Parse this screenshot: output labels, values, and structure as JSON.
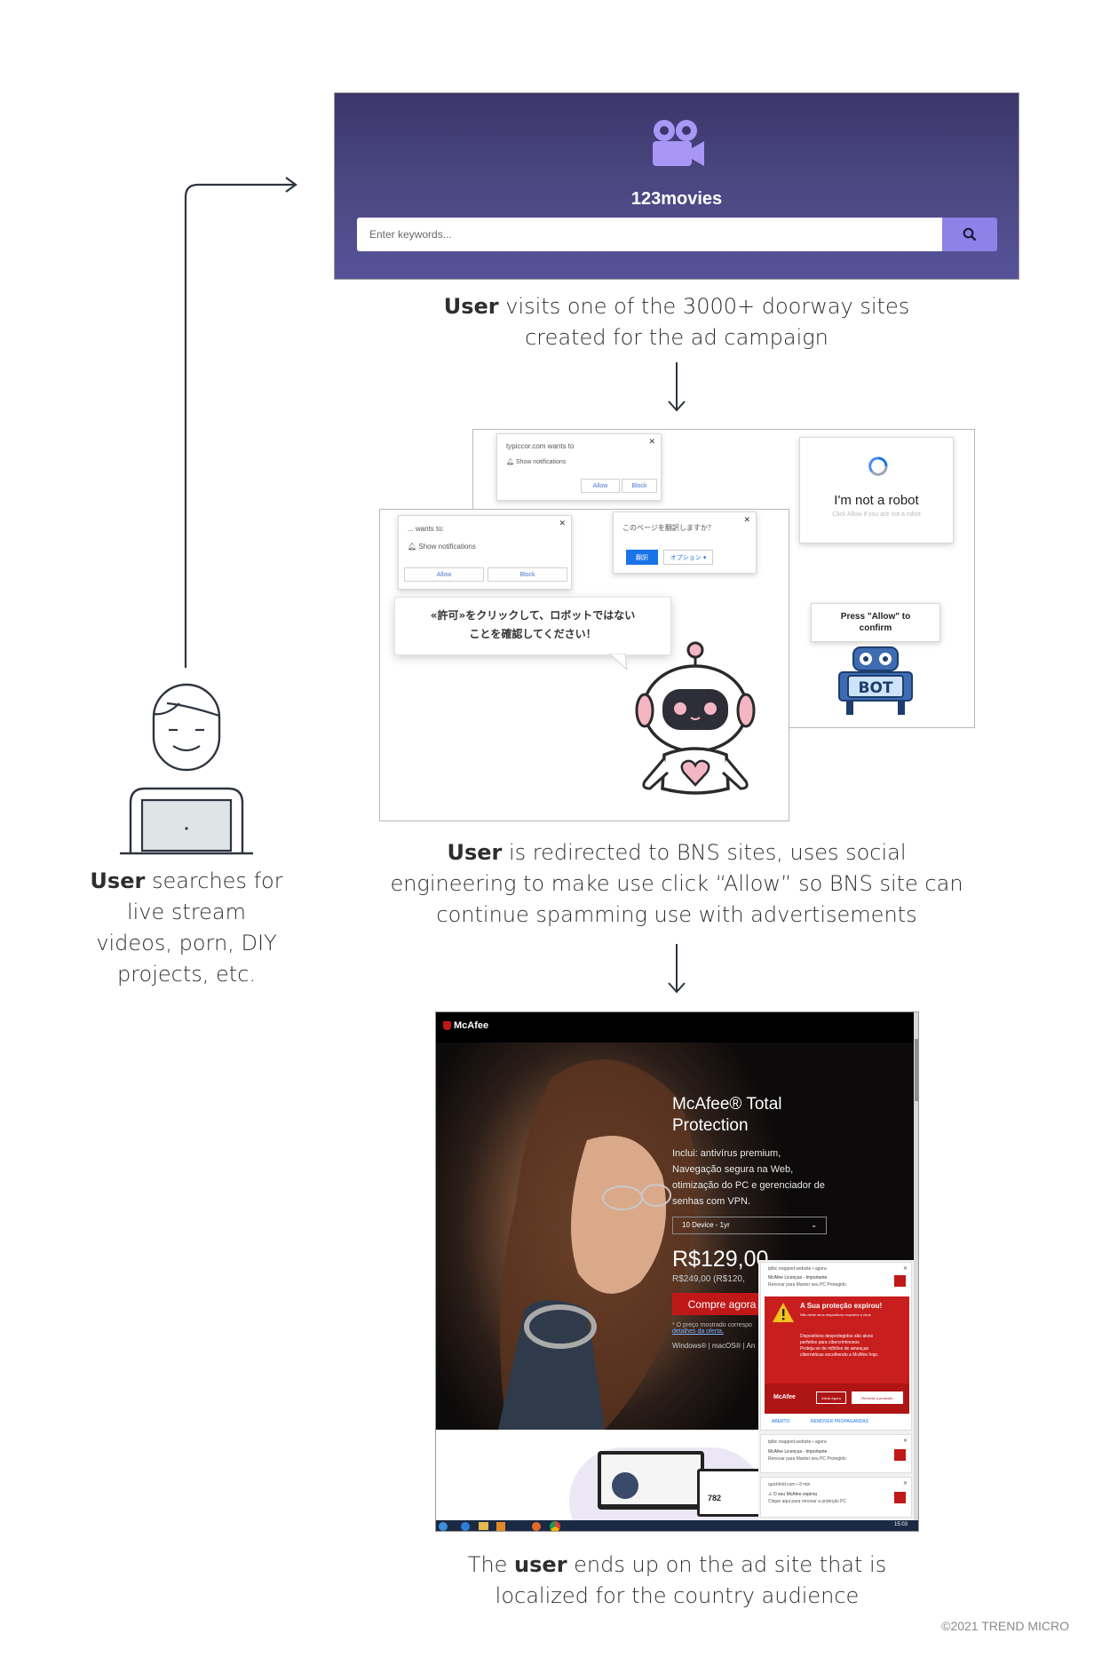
{
  "site1": {
    "title": "123movies",
    "search_placeholder": "Enter keywords..."
  },
  "captions": {
    "step1_strong": "User",
    "step1_line1": " visits one of the 3000+ doorway sites",
    "step1_line2": "created for the ad campaign",
    "step2_strong": "User",
    "step2_line1": " is redirected to BNS sites, uses social",
    "step2_line2": "engineering to make use click “Allow” so BNS site can",
    "step2_line3": "continue spamming use with advertisements",
    "step3_pre": "The ",
    "step3_strong": "user",
    "step3_line1": " ends up on the ad site that is",
    "step3_line2": "localized for the country audience",
    "user_strong": "User",
    "user_line1": " searches for",
    "user_line2": "live stream",
    "user_line3": "videos, porn, DIY",
    "user_line4": "projects, etc."
  },
  "bns": {
    "popup_top_site": "typiccor.com wants to",
    "popup_top_item": "Show notifications",
    "popup_allow": "Allow",
    "popup_block": "Block",
    "popup_left_site": "... wants to:",
    "popup_left_item": "Show notifications",
    "popup_jp_title": "このページを翻訳しますか？",
    "popup_jp_translate": "翻訳",
    "popup_jp_options": "オプション ▾",
    "bubble_jp_line1": "«許可»をクリックして、ロボットではない",
    "bubble_jp_line2": "ことを確認してください！",
    "captcha_title": "I'm not a robot",
    "captcha_sub": "Click Allow if you are not a robot",
    "press_allow_line1": "Press \"Allow\" to",
    "press_allow_line2": "confirm",
    "bot_label": "BOT"
  },
  "mcafee": {
    "brand": "McAfee",
    "product_line1": "McAfee® Total",
    "product_line2": "Protection",
    "desc_line1": "Inclui: antivírus premium,",
    "desc_line2": "Navegação segura na Web,",
    "desc_line3": "otimização do PC e gerenciador de",
    "desc_line4": "senhas com VPN.",
    "dropdown": "10 Device - 1yr",
    "price": "R$129,00",
    "old_price": "R$249,00 (R$120,",
    "buy_button": "Compre agora",
    "fineprint1": "* O preço mostrado correspo",
    "fineprint2": "detalhes da oferta.",
    "platforms": "Windows® | macOS® | An",
    "notif_source": "tplbc.mapped.website • agora",
    "notif1_title": "McAfee Licenças - Importante",
    "notif1_body": "Renovar para Manter seu PC Protegido",
    "alert_title": "A Sua proteção expirou!",
    "alert_sub": "Não deixe seus dispositivos expostos a vírus",
    "alert_body1": "Dispositivos desprotegidos são alvos",
    "alert_body2": "perfeitos para cibercriminosos",
    "alert_body3": "Proteja-se de milhões de ameaças",
    "alert_body4": "cibernéticas escolhendo a McAfee hoje.",
    "alert_btn1": "Ativar Agora",
    "alert_btn2": "Renovar a proteção",
    "link_open": "ABERTO",
    "link_remove": "REMOVER PROPAGANDAS",
    "notif2_title": "McAfee Licenças - Importante",
    "notif2_body": "Renovar para Manter seu PC Protegido",
    "notif3_source": "quickfold.com • 8 min",
    "notif3_title": "⚠ O seu McAfee expirou",
    "notif3_body": "Clique aqui para renovar a proteção PC",
    "laptop_number": "782",
    "taskbar_clock": "15:03"
  },
  "copyright": "©2021 TREND MICRO"
}
